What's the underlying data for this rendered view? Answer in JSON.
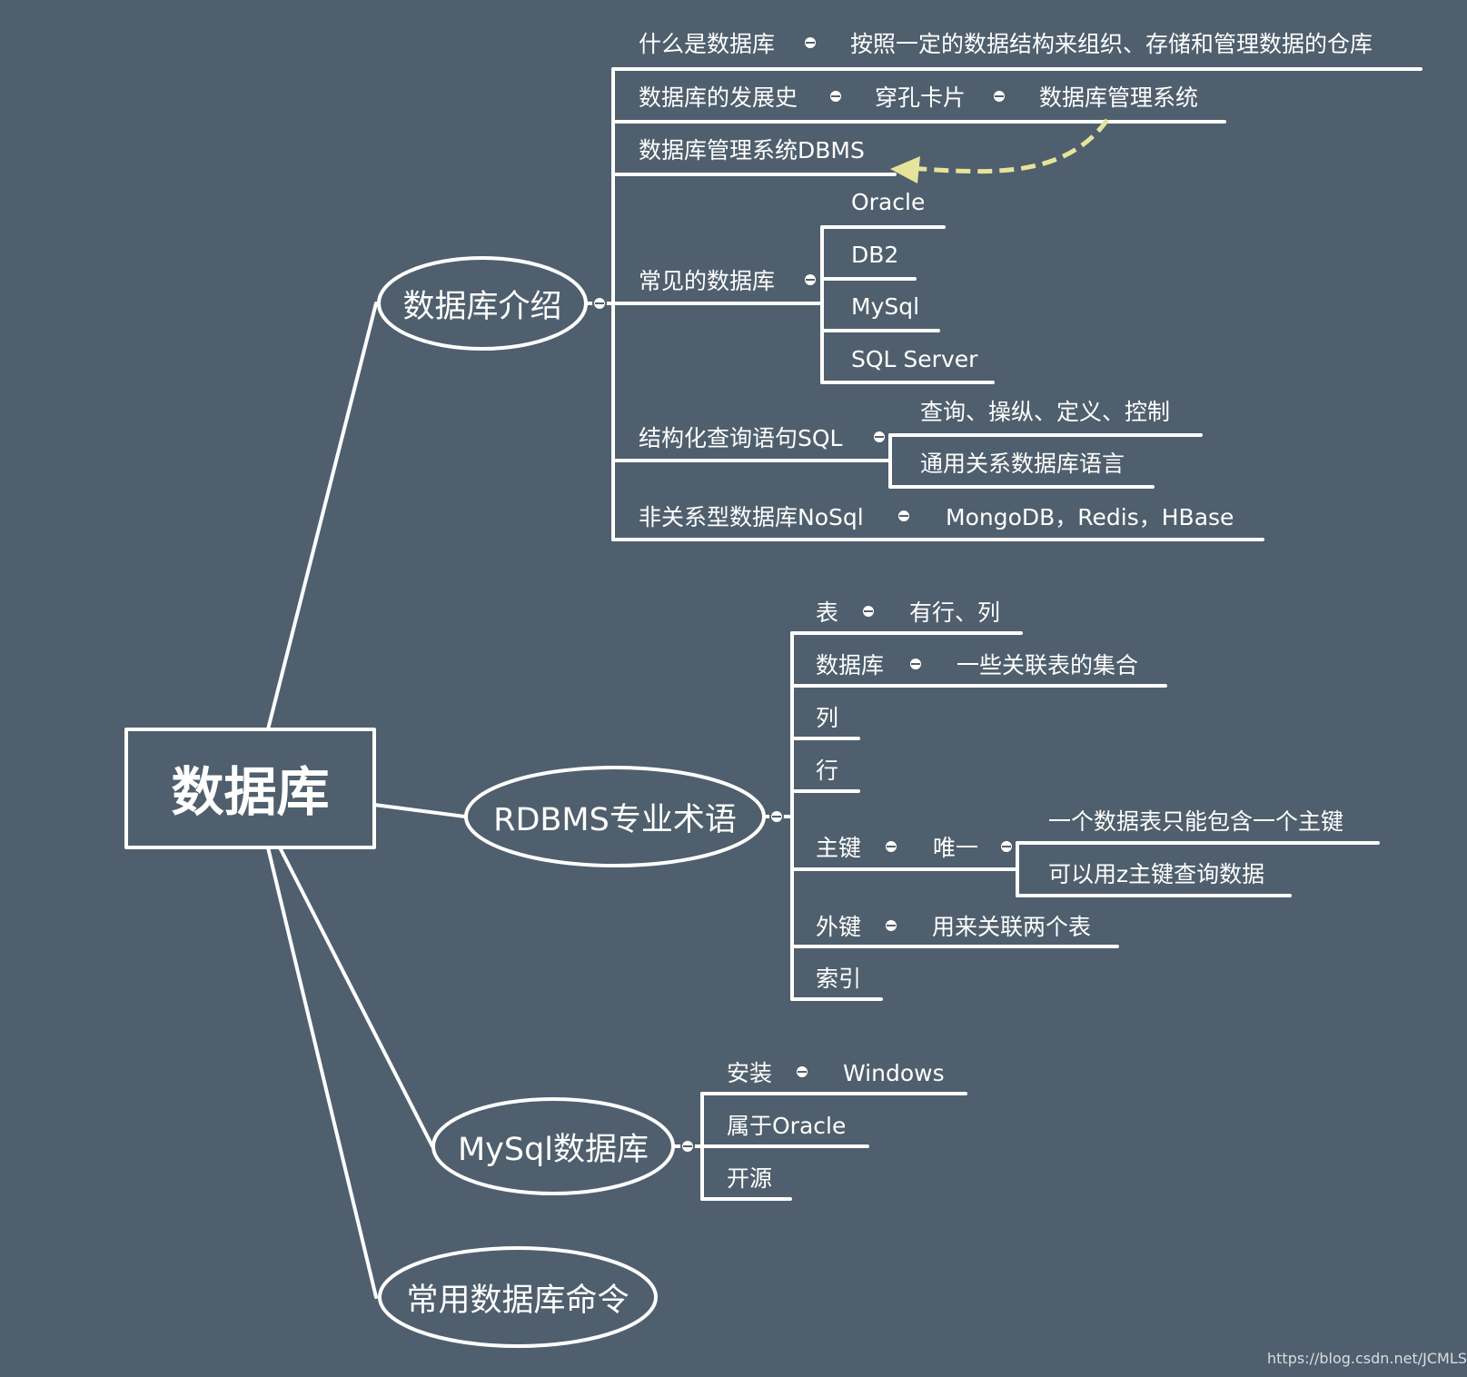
{
  "root": "数据库",
  "branches": {
    "intro": {
      "label": "数据库介绍",
      "what": "什么是数据库",
      "what_def": "按照一定的数据结构来组织、存储和管理数据的仓库",
      "history": "数据库的发展史",
      "punch_card": "穿孔卡片",
      "dbms_system": "数据库管理系统",
      "dbms": "数据库管理系统DBMS",
      "common": "常见的数据库",
      "common_list": [
        "Oracle",
        "DB2",
        "MySql",
        "SQL Server"
      ],
      "sql": "结构化查询语句SQL",
      "sql_items": [
        "查询、操纵、定义、控制",
        "通用关系数据库语言"
      ],
      "nosql": "非关系型数据库NoSql",
      "nosql_items": "MongoDB，Redis，HBase"
    },
    "rdbms": {
      "label": "RDBMS专业术语",
      "table": "表",
      "table_desc": "有行、列",
      "database": "数据库",
      "database_desc": "一些关联表的集合",
      "column": "列",
      "row": "行",
      "primary_key": "主键",
      "unique": "唯一",
      "pk_items": [
        "一个数据表只能包含一个主键",
        "可以用z主键查询数据"
      ],
      "foreign_key": "外键",
      "fk_desc": "用来关联两个表",
      "index": "索引"
    },
    "mysql": {
      "label": "MySql数据库",
      "install": "安装",
      "install_os": "Windows",
      "owner": "属于Oracle",
      "open_source": "开源"
    },
    "commands": {
      "label": "常用数据库命令"
    }
  },
  "colors": {
    "background": "#4f5f6d",
    "lines": "#ffffff",
    "relation_arrow": "#e6e39b"
  },
  "watermark": "https://blog.csdn.net/JCMLSY"
}
